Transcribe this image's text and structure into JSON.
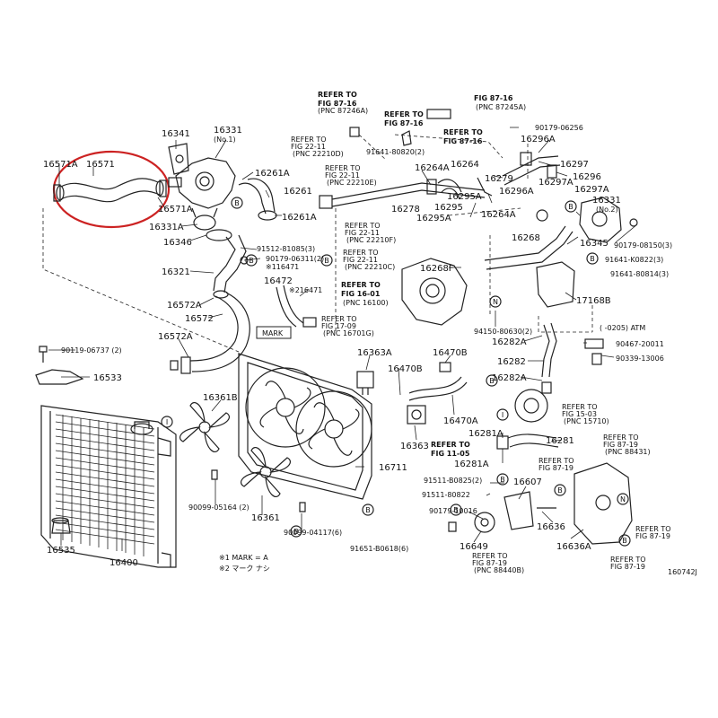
{
  "labels": {
    "p16571A_a": "16571A",
    "p16571": "16571",
    "p16571A_b": "16571A",
    "p16341": "16341",
    "p16331": "16331",
    "p16331_sub": "(No.1)",
    "p16261A_a": "16261A",
    "p16261": "16261",
    "p16261A_b": "16261A",
    "p16331A": "16331A",
    "p16346": "16346",
    "p16321": "16321",
    "p16572A_a": "16572A",
    "p16572": "16572",
    "p16572A_b": "16572A",
    "p90119": "90119-06737 (2)",
    "p16533": "16533",
    "p16361B": "16361B",
    "p16361": "16361",
    "p90099_05164": "90099-05164 (2)",
    "p16535": "16535",
    "p16400": "16400",
    "p91512": "91512-81085(3)",
    "p90179_06311": "90179-06311(2)",
    "p116471": "※116471",
    "p16472": "16472",
    "p216471": "※216471",
    "mark": "MARK",
    "p16363A": "16363A",
    "p16470B_a": "16470B",
    "p16470B_b": "16470B",
    "p16470A": "16470A",
    "p16363": "16363",
    "p16711": "16711",
    "p90099_04117": "90099-04117(6)",
    "p91651": "91651-B0618(6)",
    "p16278": "16278",
    "p16295": "16295",
    "p16295A_a": "16295A",
    "p16295A_b": "16295A",
    "p16264A_a": "16264A",
    "p16264": "16264",
    "p16264A_b": "16264A",
    "p16279": "16279",
    "p16296A_a": "16296A",
    "p16296A_b": "16296A",
    "p16297": "16297",
    "p16296": "16296",
    "p16297A_a": "16297A",
    "p16297A_b": "16297A",
    "p16268F": "16268F",
    "p16268": "16268",
    "p91641_80820": "91641-80820(2)",
    "p90179_06256": "90179-06256",
    "p16331_no2": "16331",
    "p16331_no2_sub": "(No.2)",
    "p16345": "16345",
    "p90179_08150": "90179-08150(3)",
    "p91641_K0822": "91641-K0822(3)",
    "p91641_80814": "91641-80814(3)",
    "p17168B": "17168B",
    "p94150": "94150-80630(2)",
    "p16282A_a": "16282A",
    "p16282": "16282",
    "p16282A_b": "16282A",
    "atm": "(    -0205) ATM",
    "p90467": "90467-20011",
    "p90339": "90339-13006",
    "p16281A_a": "16281A",
    "p16281": "16281",
    "p16281A_b": "16281A",
    "p91511_B0825": "91511-B0825(2)",
    "p91511_80822": "91511-80822",
    "p90179_10016": "90179-10016",
    "p16607": "16607",
    "p16649": "16649",
    "p16636": "16636",
    "p16636A": "16636A",
    "note1": "※1  MARK = A",
    "note2": "※2  マーク ナシ",
    "code": "160742J"
  },
  "refs": {
    "r1": [
      "REFER TO",
      "FIG 87-16",
      "(PNC 87246A)"
    ],
    "r2": [
      "REFER TO",
      "FIG 87-16"
    ],
    "r3": [
      "FIG 87-16",
      "(PNC 87245A)"
    ],
    "r4": [
      "REFER TO",
      "FIG 87-16"
    ],
    "r5": [
      "REFER TO",
      "FIG 22-11",
      "(PNC 22210D)"
    ],
    "r6": [
      "REFER TO",
      "FIG 22-11",
      "(PNC 22210E)"
    ],
    "r7": [
      "REFER TO",
      "FIG 22-11",
      "(PNC 22210F)"
    ],
    "r8": [
      "REFER TO",
      "FIG 22-11",
      "(PNC 22210C)"
    ],
    "r9": [
      "REFER TO",
      "FIG 16-01",
      "(PNC 16100)"
    ],
    "r10": [
      "REFER TO",
      "FIG 17-09",
      "(PNC 16701G)"
    ],
    "r11": [
      "REFER TO",
      "FIG 15-03",
      "(PNC 15710)"
    ],
    "r12": [
      "REFER TO",
      "FIG 11-05"
    ],
    "r13": [
      "REFER TO",
      "FIG 87-19",
      "(PNC 88431)"
    ],
    "r14": [
      "REFER TO",
      "FIG 87-19"
    ],
    "r15": [
      "REFER TO",
      "FIG 87-19",
      "(PNC 88440B)"
    ],
    "r16": [
      "REFER TO",
      "FIG 87-19"
    ],
    "r17": [
      "REFER TO",
      "FIG 87-19"
    ]
  },
  "callouts": [
    "B",
    "B",
    "B",
    "B",
    "B",
    "B",
    "B",
    "B",
    "B",
    "B",
    "B",
    "B",
    "I",
    "I",
    "N",
    "N"
  ],
  "highlight_color": "#cc2222"
}
